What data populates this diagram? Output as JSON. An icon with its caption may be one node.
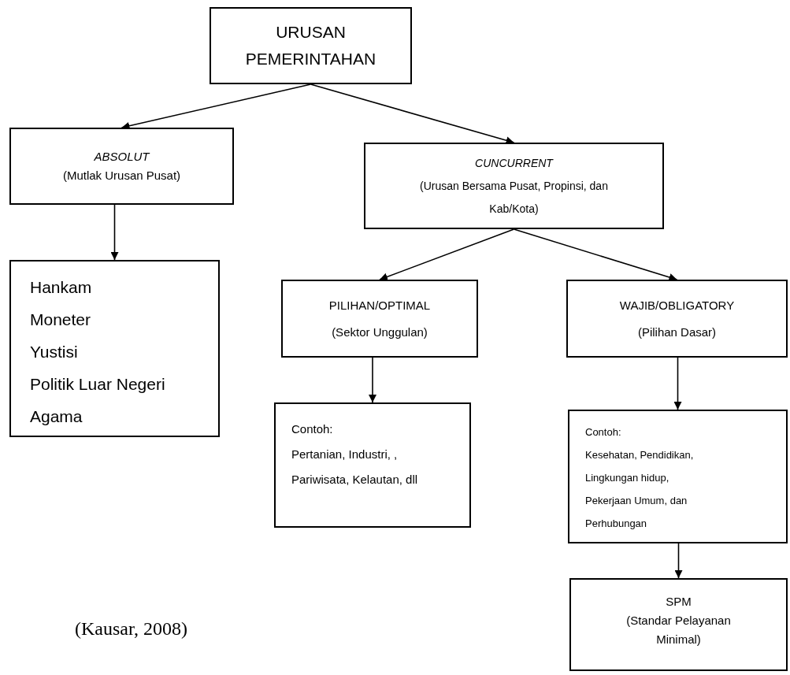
{
  "diagram": {
    "nodes": [
      {
        "text": [
          "URUSAN PEMERINTAHAN"
        ]
      },
      {
        "text": [
          "ABSOLUT",
          "(Mutlak Urusan Pusat)"
        ]
      },
      {
        "text": [
          "CUNCURRENT",
          "(Urusan Bersama Pusat, Propinsi, dan Kab/Kota)"
        ]
      },
      {
        "text": [
          "Hankam",
          "Moneter",
          "Yustisi",
          "Politik Luar Negeri",
          "Agama"
        ]
      },
      {
        "text": [
          "PILIHAN/OPTIMAL",
          "(Sektor Unggulan)"
        ]
      },
      {
        "text": [
          "WAJIB/OBLIGATORY",
          "(Pilihan Dasar)"
        ]
      },
      {
        "text": [
          "Contoh:",
          "Pertanian, Industri, , Pariwisata, Kelautan, dll"
        ]
      },
      {
        "text": [
          "Contoh:",
          "Kesehatan, Pendidikan, Lingkungan hidup, Pekerjaan Umum, dan Perhubungan"
        ]
      },
      {
        "text": [
          "SPM",
          "(Standar Pelayanan Minimal)"
        ]
      }
    ],
    "edges": [
      {
        "from": 0,
        "to": 1,
        "arrow": "to"
      },
      {
        "from": 0,
        "to": 2,
        "arrow": "to"
      },
      {
        "from": 1,
        "to": 3,
        "arrow": "to"
      },
      {
        "from": 2,
        "to": 4,
        "arrow": "to"
      },
      {
        "from": 2,
        "to": 5,
        "arrow": "to"
      },
      {
        "from": 4,
        "to": 6,
        "arrow": "to"
      },
      {
        "from": 5,
        "to": 7,
        "arrow": "to"
      },
      {
        "from": 7,
        "to": 8,
        "arrow": "to"
      }
    ],
    "labels": [
      "(Kausar, 2008)"
    ]
  }
}
